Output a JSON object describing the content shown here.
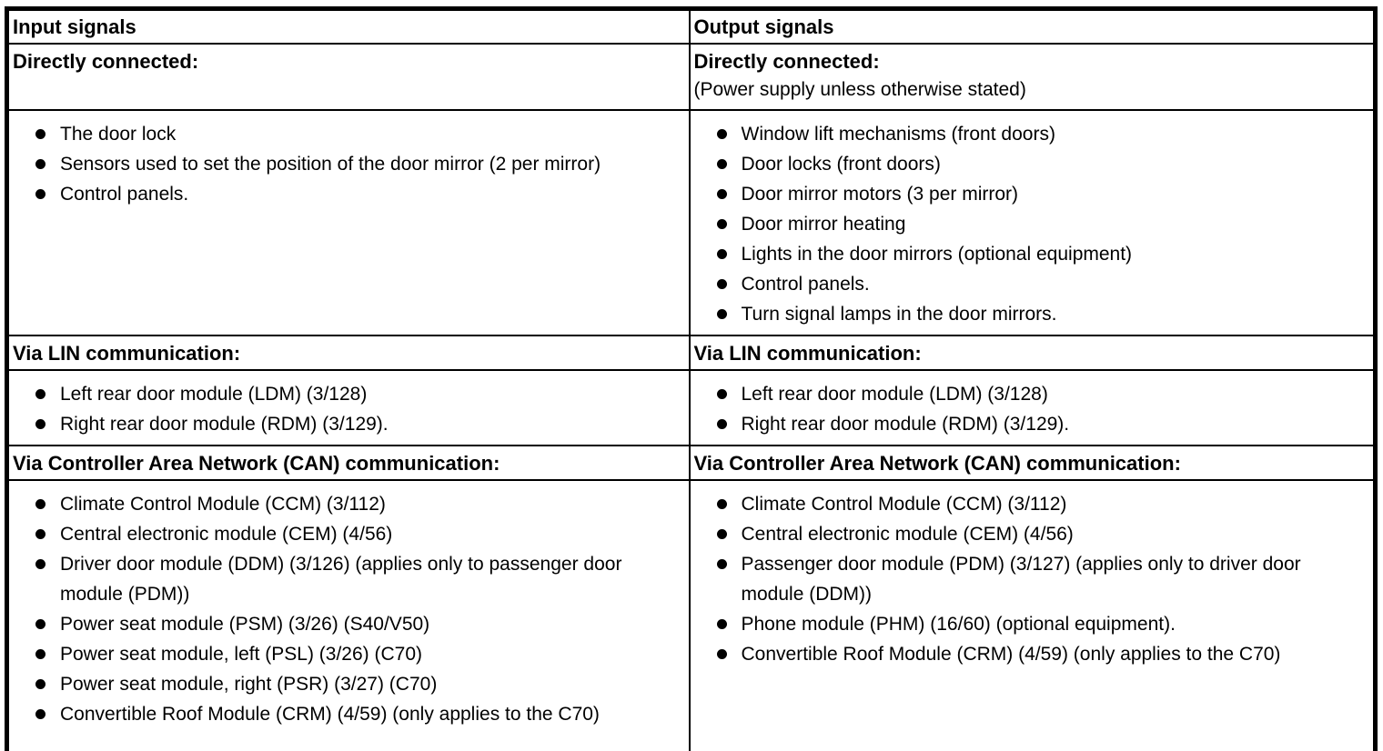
{
  "colors": {
    "text": "#000000",
    "background": "#ffffff",
    "border": "#000000"
  },
  "columns": [
    {
      "header": "Input signals",
      "sections": [
        {
          "title": "Directly connected:",
          "items": [
            "The door lock",
            "Sensors used to set the position of the door mirror (2 per mirror)",
            "Control panels."
          ]
        },
        {
          "title": "Via LIN communication:",
          "items": [
            "Left rear door module (LDM) (3/128)",
            "Right rear door module (RDM) (3/129)."
          ]
        },
        {
          "title": "Via Controller Area Network (CAN) communication:",
          "items": [
            "Climate Control Module (CCM) (3/112)",
            "Central electronic module (CEM) (4/56)",
            "Driver door module (DDM) (3/126) (applies only to passenger door module (PDM))",
            "Power seat module (PSM) (3/26) (S40/V50)",
            "Power seat module, left (PSL) (3/26) (C70)",
            "Power seat module, right (PSR) (3/27) (C70)",
            "Convertible Roof Module (CRM) (4/59) (only applies to the C70)"
          ]
        }
      ]
    },
    {
      "header": "Output signals",
      "sections": [
        {
          "title": "Directly connected:",
          "note": "(Power supply unless otherwise stated)",
          "items": [
            "Window lift mechanisms (front doors)",
            "Door locks (front doors)",
            "Door mirror motors (3 per mirror)",
            "Door mirror heating",
            "Lights in the door mirrors (optional equipment)",
            "Control panels.",
            "Turn signal lamps in the door mirrors."
          ]
        },
        {
          "title": "Via LIN communication:",
          "items": [
            "Left rear door module (LDM) (3/128)",
            "Right rear door module (RDM) (3/129)."
          ]
        },
        {
          "title": "Via Controller Area Network (CAN) communication:",
          "items": [
            "Climate Control Module (CCM) (3/112)",
            "Central electronic module (CEM) (4/56)",
            "Passenger door module (PDM) (3/127) (applies only to driver door module (DDM))",
            "Phone module (PHM) (16/60) (optional equipment).",
            "Convertible Roof Module (CRM) (4/59) (only applies to the C70)"
          ]
        }
      ]
    }
  ]
}
